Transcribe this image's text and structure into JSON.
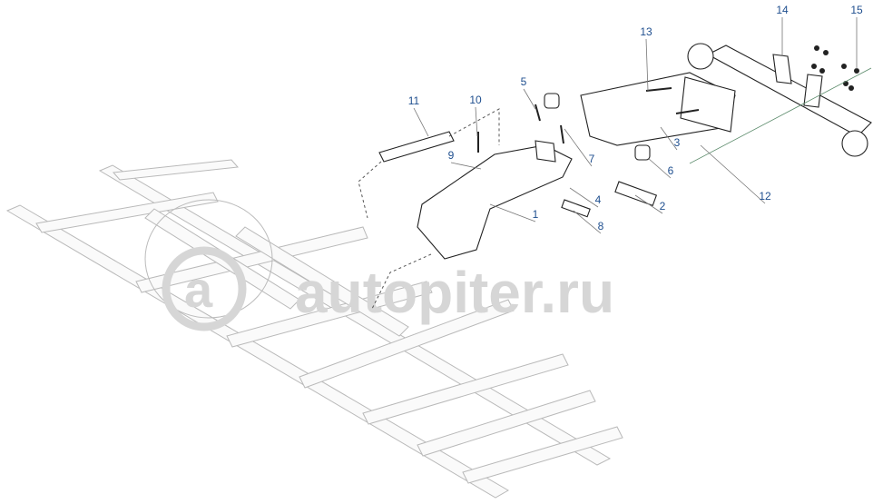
{
  "diagram": {
    "watermark": "autopiter.ru",
    "watermark_logo_letter": "a",
    "label_color": "#1f4f8f",
    "callouts": [
      {
        "label": "1"
      },
      {
        "label": "2"
      },
      {
        "label": "3"
      },
      {
        "label": "4"
      },
      {
        "label": "5"
      },
      {
        "label": "6"
      },
      {
        "label": "7"
      },
      {
        "label": "8"
      },
      {
        "label": "9"
      },
      {
        "label": "10"
      },
      {
        "label": "11"
      },
      {
        "label": "12"
      },
      {
        "label": "13"
      },
      {
        "label": "14"
      },
      {
        "label": "15"
      }
    ]
  }
}
